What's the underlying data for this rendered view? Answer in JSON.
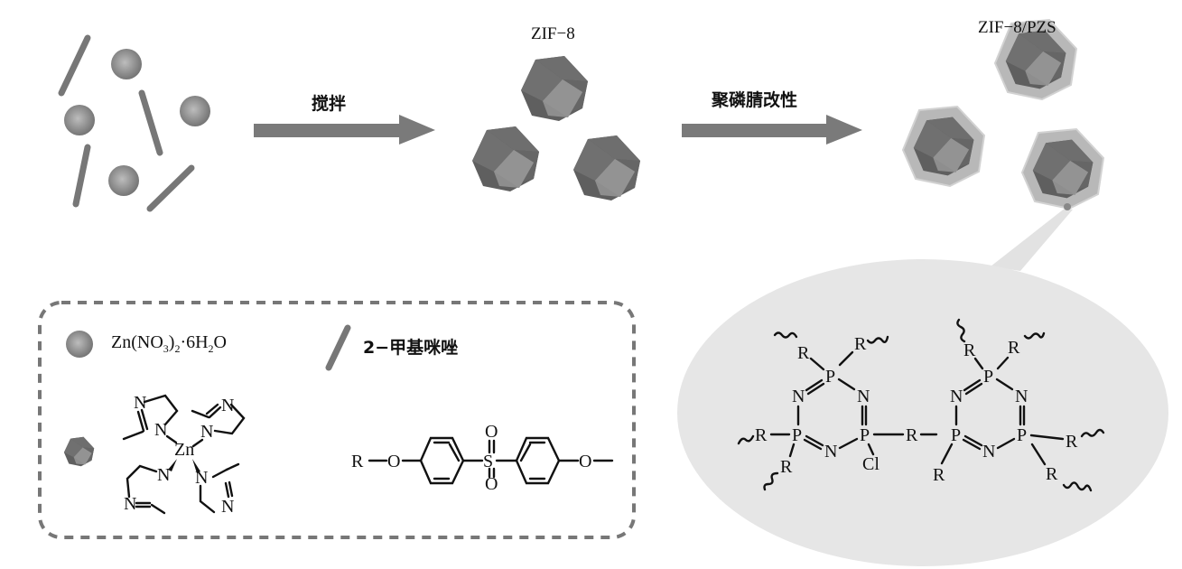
{
  "steps": {
    "step1": {
      "arrow_label": "搅拌"
    },
    "step2": {
      "arrow_label": "聚磷腈改性"
    }
  },
  "products": {
    "zif8": {
      "label": "ZIF−8"
    },
    "zif8_pzs": {
      "label": "ZIF−8/PZS"
    }
  },
  "legend": {
    "zinc_salt": {
      "formula_parts": [
        "Zn(NO",
        "3",
        ")",
        "2",
        "·6H",
        "2",
        "O"
      ]
    },
    "methylimidazole": {
      "label": "2−甲基咪唑"
    },
    "zif8_structure": {
      "center_atom": "Zn",
      "ligand_atom": "N",
      "ligand_count": 4
    },
    "pzs_monomer": {
      "atoms": [
        "R",
        "O",
        "S",
        "O",
        "O",
        "O"
      ]
    }
  },
  "callout": {
    "ring_atoms": {
      "P": "P",
      "N": "N",
      "R": "R",
      "Cl": "Cl"
    }
  },
  "colors": {
    "arrow": "#7a7a7a",
    "particle": "#8c8c8c",
    "crystal_dark": "#5e5e5e",
    "crystal_face": "#8f8f8f",
    "shell": "#b9b9b9",
    "callout_fill": "#e6e6e6",
    "dashed_border": "#777777"
  }
}
